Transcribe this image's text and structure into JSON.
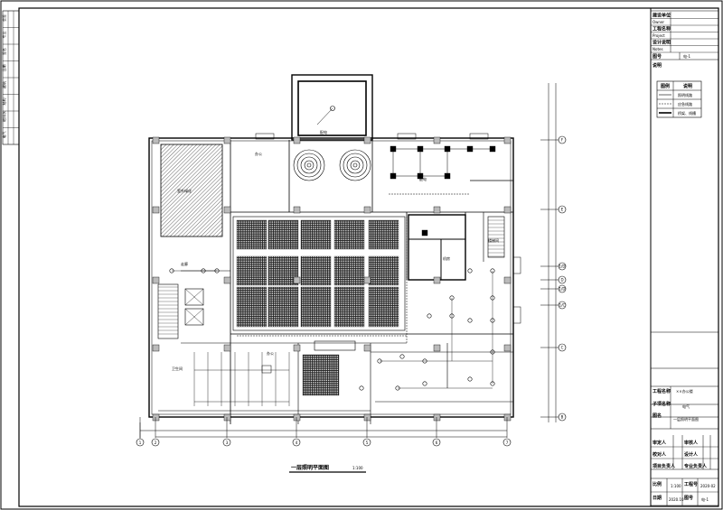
{
  "drawing": {
    "title": "一层照明平面图",
    "scale": "1:100",
    "axes_x": [
      "1",
      "2",
      "3",
      "4",
      "5",
      "6",
      "7"
    ],
    "axes_y": [
      {
        "label": "F"
      },
      {
        "label": "E"
      },
      {
        "label": "1/D"
      },
      {
        "label": "D"
      },
      {
        "label": "1/D"
      },
      {
        "label": "1/C"
      },
      {
        "label": "C"
      },
      {
        "label": "B"
      }
    ],
    "room_labels": [
      "室外绿化",
      "办公",
      "配电",
      "配电",
      "机房",
      "走廊",
      "办公",
      "卫生间",
      "楼梯间"
    ]
  },
  "left_strip": {
    "rows": [
      "会签",
      "专业",
      "签名",
      "日期",
      "建筑",
      "结构",
      "给排水",
      "电气"
    ]
  },
  "title_block": {
    "header_rows": [
      "建设单位",
      "Owner",
      "工程名称",
      "Project",
      "设计说明",
      "Notes"
    ],
    "drawing_no_label": "图号",
    "drawing_no": "电-1",
    "notes_label": "说明",
    "legend": {
      "col_symbol": "图例",
      "col_desc": "说明",
      "rows": [
        "照明线路",
        "应急线路",
        "桥架、线槽"
      ]
    },
    "project_label": "工程名称",
    "project_value": "××办公楼",
    "subitem_label": "子项名称",
    "subitem_value": "电气",
    "drawing_label": "图名",
    "drawing_value": "一层照明平面图",
    "signatures": [
      "审定人",
      "审核人",
      "校对人",
      "设计人",
      "项目负责人",
      "专业负责人"
    ],
    "footer": {
      "scale_label": "比例",
      "scale_value": "1:100",
      "job_label": "工程号",
      "job_value": "2020-02",
      "date_label": "日期",
      "date_value": "2020.10",
      "sheet_label": "图号",
      "sheet_value": "电-1"
    }
  }
}
